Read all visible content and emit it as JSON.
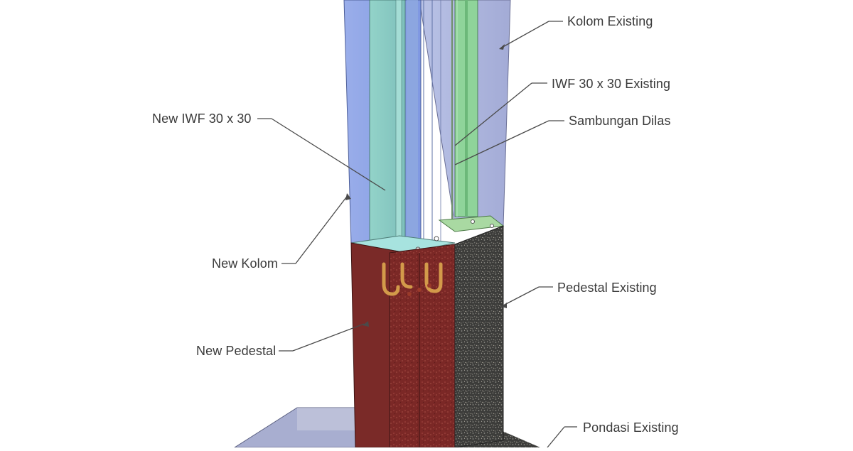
{
  "labels": {
    "kolom_existing": "Kolom Existing",
    "iwf_existing": "IWF 30 x 30 Existing",
    "sambungan_dilas": "Sambungan Dilas",
    "new_iwf": "New IWF 30 x 30",
    "new_kolom": "New Kolom",
    "pedestal_existing": "Pedestal Existing",
    "new_pedestal": "New Pedestal",
    "pondasi_existing": "Pondasi Existing"
  },
  "colors": {
    "existing_column": "#aab6e0",
    "new_column": "#7f9be6",
    "new_iwf": "#8fd0c8",
    "existing_iwf": "#8fd49a",
    "new_pedestal": "#7a2a28",
    "existing_pedestal": "#3e3e3c",
    "foundation": "#b7bcd4",
    "rebar": "#d8a050",
    "leader": "#4a4a4a"
  }
}
